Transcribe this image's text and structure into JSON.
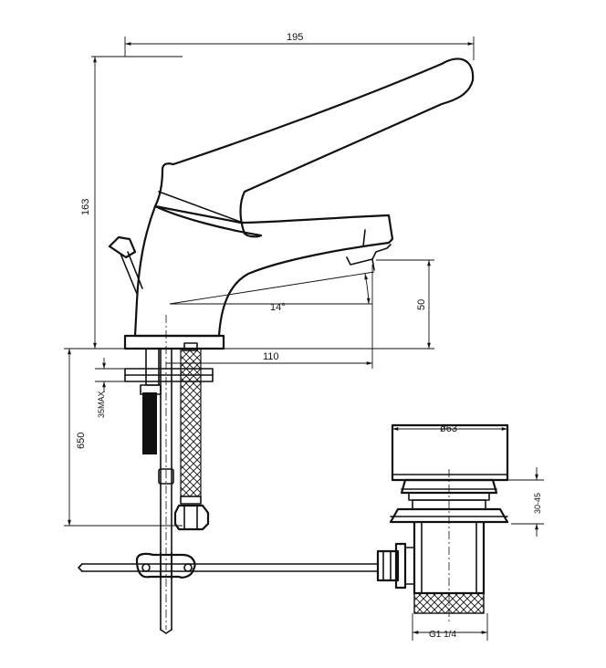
{
  "drawing": {
    "dimensions": {
      "overall_width": "195",
      "overall_height": "163",
      "spout_reach": "110",
      "outlet_height": "50",
      "spout_angle": "14°",
      "hose_length": "650",
      "deck_thickness": "35MAX",
      "waste_diameter": "ø63",
      "waste_depth": "30-45",
      "waste_thread": "G1 1/4"
    },
    "colors": {
      "line": "#111111",
      "background": "#ffffff"
    }
  }
}
